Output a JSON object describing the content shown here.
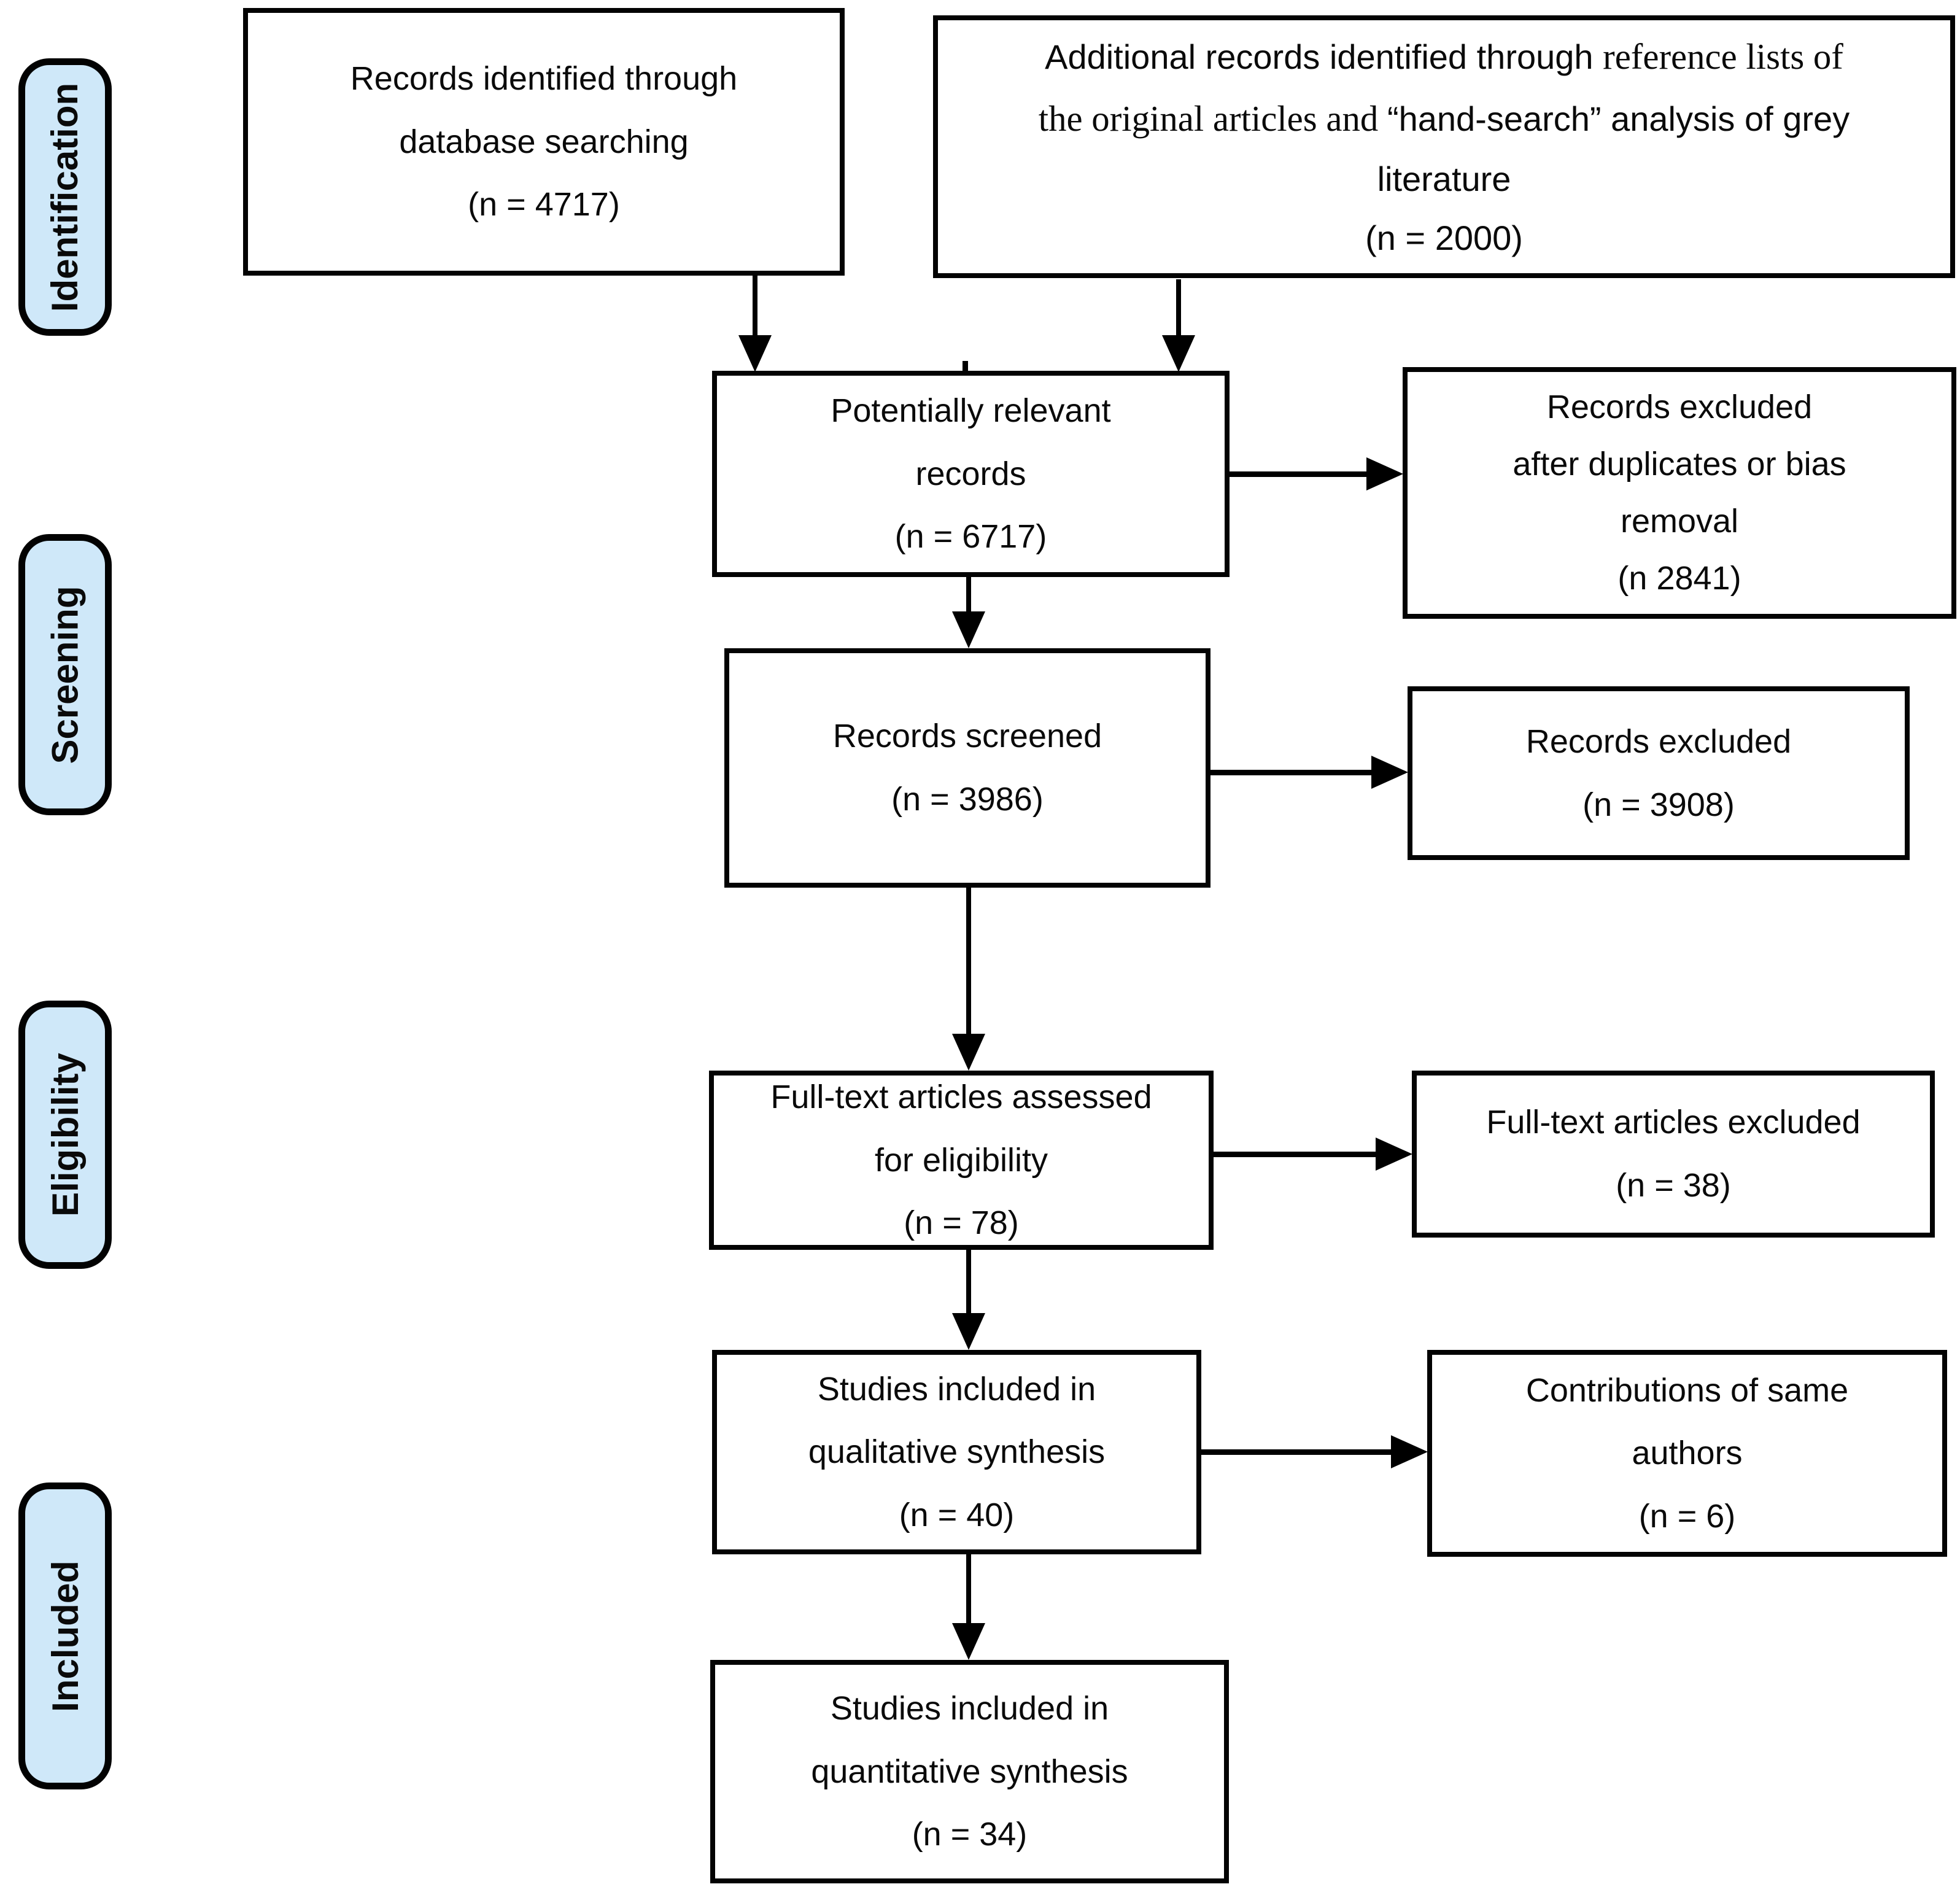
{
  "diagram": {
    "title_implicit": "PRISMA flow diagram",
    "colors": {
      "stage_fill": "#cfe8f9",
      "line": "#000000",
      "box_bg": "#ffffff"
    },
    "stages": [
      {
        "label": "Identification"
      },
      {
        "label": "Screening"
      },
      {
        "label": "Eligibility"
      },
      {
        "label": "Included"
      }
    ],
    "boxes": {
      "db_search": {
        "lines": [
          "Records identified through",
          "database searching",
          "(n = 4717)"
        ]
      },
      "additional": {
        "seglines": [
          [
            {
              "t": "Additional records identified through ",
              "serif": false
            },
            {
              "t": "reference lists of",
              "serif": true
            }
          ],
          [
            {
              "t": "the original articles and ",
              "serif": true
            },
            {
              "t": "“hand-search” analysis of grey",
              "serif": false
            }
          ],
          [
            {
              "t": "literature",
              "serif": false
            }
          ],
          [
            {
              "t": "(n = 2000)",
              "serif": false
            }
          ]
        ]
      },
      "potentially_relevant": {
        "lines": [
          "Potentially relevant",
          "records",
          "(n = 6717)"
        ]
      },
      "excluded_duplicates": {
        "lines": [
          "Records excluded",
          "after duplicates or bias",
          "removal",
          "(n 2841)"
        ]
      },
      "screened": {
        "lines": [
          "Records screened",
          "(n = 3986)"
        ]
      },
      "excluded_screening": {
        "lines": [
          "Records excluded",
          "(n = 3908)"
        ]
      },
      "fulltext_assessed": {
        "lines": [
          "Full-text articles assessed",
          "for eligibility",
          "(n = 78)"
        ]
      },
      "fulltext_excluded": {
        "lines": [
          "Full-text articles excluded",
          "(n = 38)"
        ]
      },
      "qualitative": {
        "lines": [
          "Studies included in",
          "qualitative synthesis",
          "(n = 40)"
        ]
      },
      "same_authors": {
        "lines": [
          "Contributions of same",
          "authors",
          "(n = 6)"
        ]
      },
      "quantitative": {
        "lines": [
          "Studies included in",
          "quantitative synthesis",
          "(n = 34)"
        ]
      }
    }
  }
}
